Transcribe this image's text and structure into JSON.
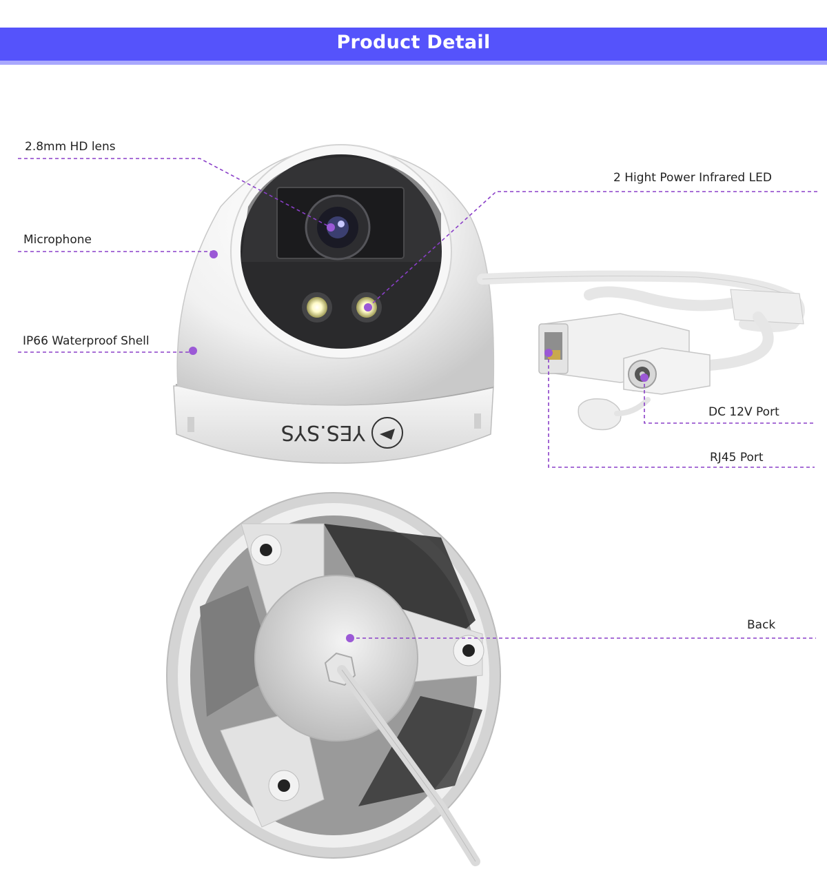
{
  "header": {
    "title": "Product Detail"
  },
  "brand": {
    "logo_text": "YES.SYS"
  },
  "colors": {
    "banner": "#5553fb",
    "banner_underline": "#a9a8fd",
    "callout": "#8a3fc8"
  },
  "callouts": {
    "lens": "2.8mm HD lens",
    "microphone": "Microphone",
    "shell": "IP66 Waterproof Shell",
    "infrared": "2 Hight Power Infrared LED",
    "dc_port": "DC 12V Port",
    "rj45_port": "RJ45 Port",
    "back": "Back"
  }
}
